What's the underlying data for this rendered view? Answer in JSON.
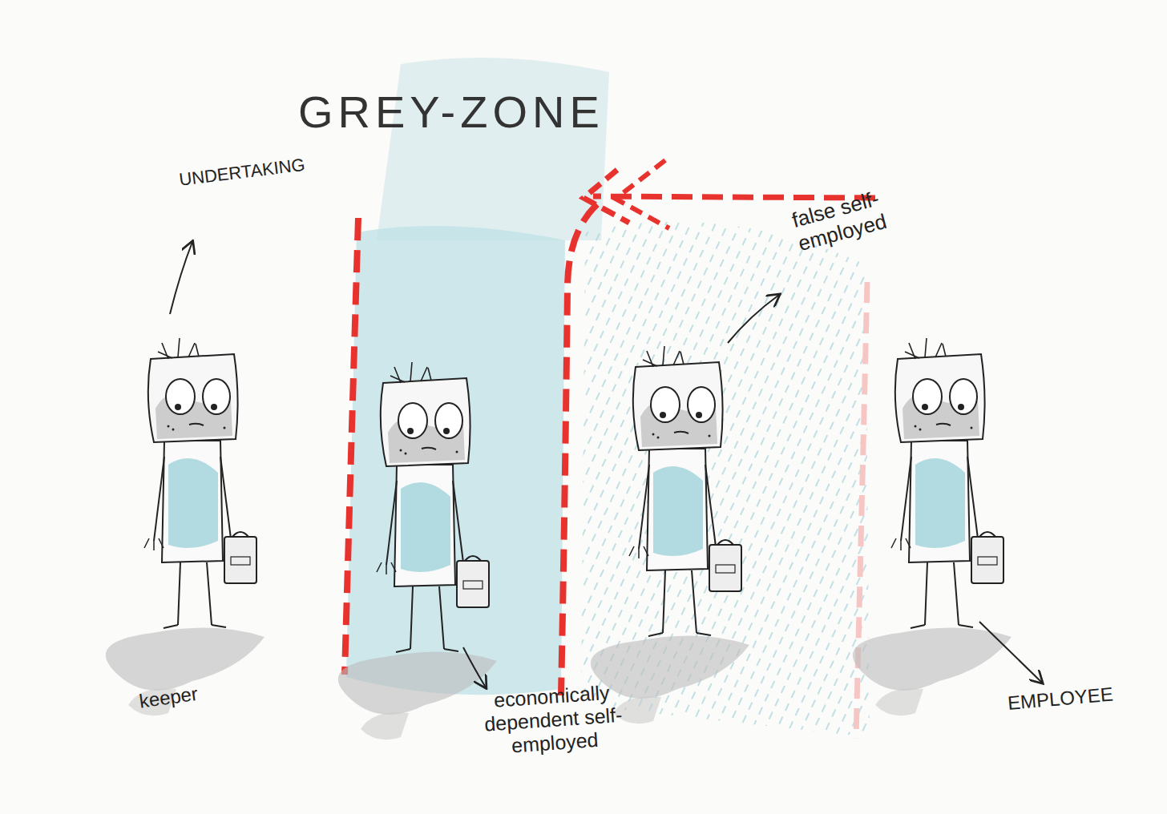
{
  "diagram": {
    "title": "GREY-ZONE",
    "labels": [
      "UNDERTAKING",
      "false self-employed",
      "keeper",
      "economically dependent self-employed",
      "EMPLOYEE"
    ]
  }
}
